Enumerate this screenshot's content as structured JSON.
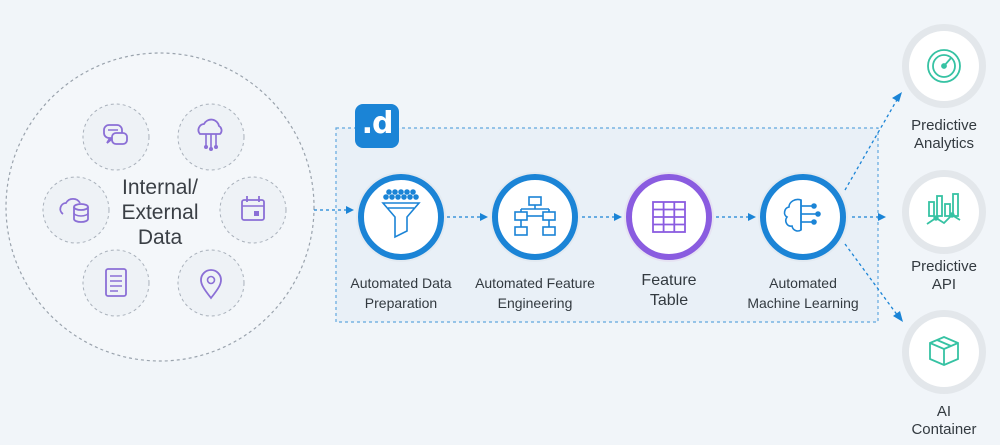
{
  "sources": {
    "label_line1": "Internal/",
    "label_line2": "External",
    "label_line3": "Data"
  },
  "logo_text": ".d",
  "pipeline": {
    "steps": [
      {
        "line1": "Automated Data",
        "line2": "Preparation",
        "icon": "funnel-icon"
      },
      {
        "line1": "Automated Feature",
        "line2": "Engineering",
        "icon": "flowchart-icon"
      },
      {
        "line1": "Feature",
        "line2": "Table",
        "icon": "table-icon"
      },
      {
        "line1": "Automated",
        "line2": "Machine Learning",
        "icon": "brain-icon"
      }
    ]
  },
  "outputs": [
    {
      "line1": "Predictive",
      "line2": "Analytics",
      "icon": "gauge-icon"
    },
    {
      "line1": "Predictive",
      "line2": "API",
      "icon": "bar-chart-icon"
    },
    {
      "line1": "AI",
      "line2": "Container",
      "icon": "box-icon"
    }
  ],
  "colors": {
    "background": "#f1f5f9",
    "pipeline_blue": "#1b84d6",
    "feature_purple": "#8a5ce0",
    "output_teal": "#36c2a3",
    "source_purple": "#8b6fd6"
  }
}
